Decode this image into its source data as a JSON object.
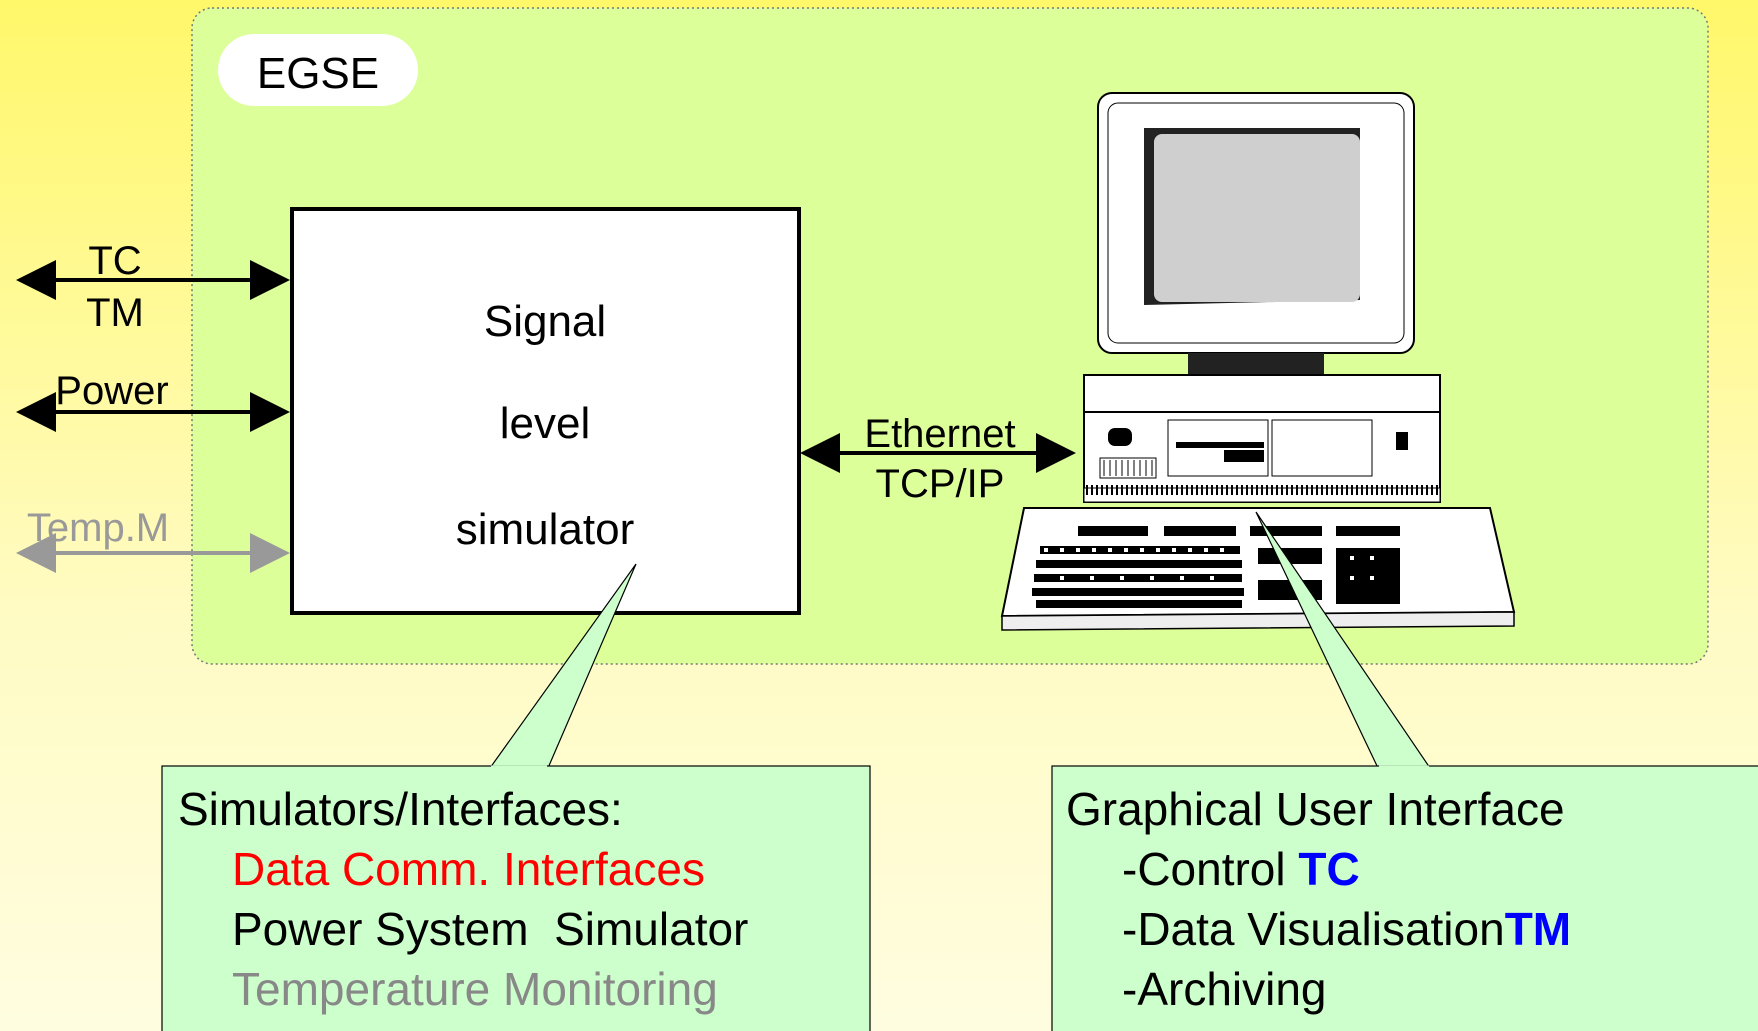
{
  "container": {
    "label": "EGSE"
  },
  "simulator": {
    "line1": "Signal",
    "line2": "level",
    "line3": "simulator"
  },
  "left_links": [
    {
      "top_label": "TC",
      "bottom_label": "TM",
      "color": "#000000"
    },
    {
      "label": "Power",
      "color": "#000000"
    },
    {
      "label": "Temp.M",
      "color": "#999999"
    }
  ],
  "ethernet": {
    "line1": "Ethernet",
    "line2": "TCP/IP"
  },
  "computer": {
    "icon": "computer-icon"
  },
  "callout_left": {
    "title": "Simulators/Interfaces:",
    "items": [
      {
        "text": "Data Comm. Interfaces",
        "color": "#ff0000"
      },
      {
        "text": "Power System  Simulator",
        "color": "#000000"
      },
      {
        "text": "Temperature Monitoring",
        "color": "#888888"
      }
    ]
  },
  "callout_right": {
    "title": "Graphical User Interface",
    "items": [
      {
        "text": "-Control ",
        "highlight": "TC"
      },
      {
        "text": "-Data Visualisation",
        "highlight": "TM"
      },
      {
        "text": "-Archiving",
        "highlight": ""
      }
    ],
    "highlight_color": "#0000ff"
  },
  "colors": {
    "panel": "#ddff99",
    "callout": "#ccffcc",
    "accent": "#0000ff"
  }
}
